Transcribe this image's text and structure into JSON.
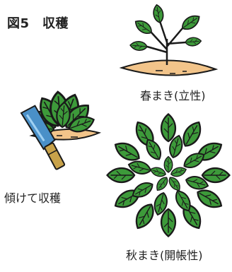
{
  "figure": {
    "title": "図5　収穫"
  },
  "captions": {
    "spring": "春まき(立性)",
    "tilt_harvest": "傾けて収穫",
    "autumn": "秋まき(開帳性)"
  },
  "colors": {
    "leaf": "#3d9a3a",
    "leaf_light": "#5bb84a",
    "outline": "#1a1a1a",
    "soil": "#f2c48a",
    "knife_blade": "#4a90c8",
    "knife_handle": "#c8a24a",
    "text": "#222222"
  },
  "icons": {
    "spring_plant": "upright-spinach-icon",
    "harvest_plant": "harvested-spinach-icon",
    "knife": "sickle-knife-icon",
    "autumn_plant": "rosette-spinach-icon"
  }
}
